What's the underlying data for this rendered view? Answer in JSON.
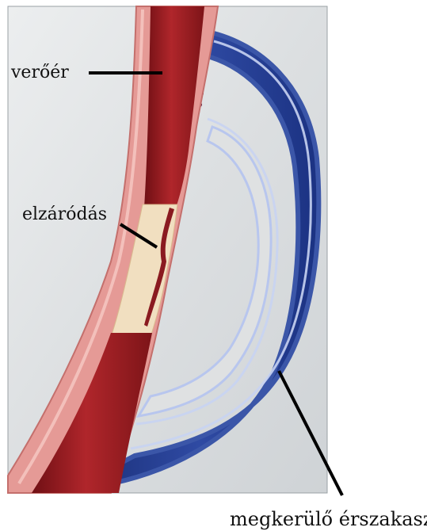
{
  "labels": {
    "artery": "verőér",
    "blockage": "elzáródás",
    "bypass": "megkerülő érszakasz"
  },
  "colors": {
    "background_panel": "#dfe1e2",
    "artery_outer": "#e59a96",
    "artery_inner": "#a01f24",
    "artery_dark": "#6f0f14",
    "plaque": "#f1dfc0",
    "vein_outer": "#4a63b8",
    "vein_inner": "#243f92",
    "vein_highlight": "#c8d3f2",
    "pointer_lines": "#000000"
  }
}
